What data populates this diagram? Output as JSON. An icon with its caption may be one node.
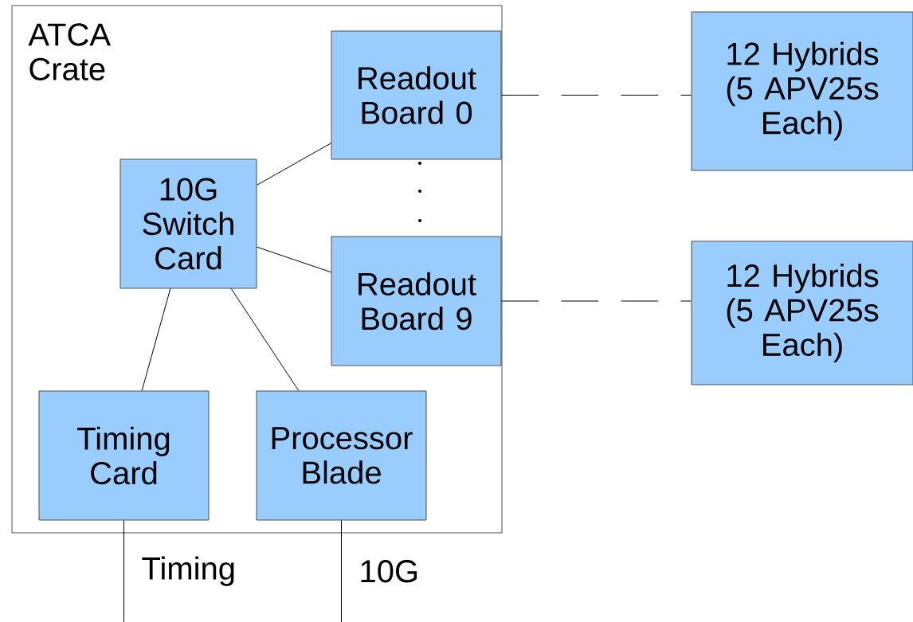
{
  "diagram": {
    "nodes": [
      {
        "text": [
          "ATCA Crate"
        ]
      },
      {
        "text": [
          "10G Switch Card"
        ],
        "in": 0
      },
      {
        "text": [
          "Readout Board 0"
        ],
        "in": 0
      },
      {
        "text": [
          "Readout Board 9"
        ],
        "in": 0
      },
      {
        "text": [
          "Timing Card"
        ],
        "in": 0
      },
      {
        "text": [
          "Processor Blade"
        ],
        "in": 0
      },
      {
        "text": [
          "12 Hybrids (5 APV25s Each)"
        ]
      },
      {
        "text": [
          "12 Hybrids (5 APV25s Each)"
        ]
      }
    ],
    "edges": [
      {
        "from": 1,
        "to": 2,
        "arrow": "none"
      },
      {
        "from": 1,
        "to": 3,
        "arrow": "none"
      },
      {
        "from": 1,
        "to": 4,
        "arrow": "none"
      },
      {
        "from": 1,
        "to": 5,
        "arrow": "none"
      },
      {
        "from": 2,
        "to": 6,
        "arrow": "none",
        "style": "dashed"
      },
      {
        "from": 3,
        "to": 7,
        "arrow": "none",
        "style": "dashed"
      },
      {
        "from": 4,
        "to": null,
        "arrow": "none",
        "label": "Timing"
      },
      {
        "from": 5,
        "to": null,
        "arrow": "none",
        "label": "10G"
      }
    ]
  }
}
